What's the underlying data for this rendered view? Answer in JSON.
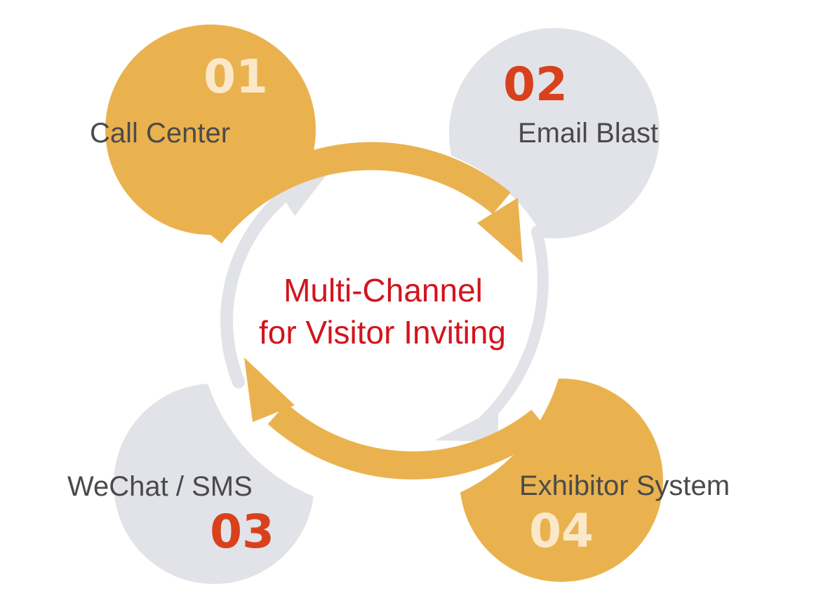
{
  "colors": {
    "gold": "#EAB24E",
    "gray": "#E2E3E8",
    "red_title": "#D2141E",
    "red_number": "#D8411C",
    "number_light": "#FBE8C8",
    "label_text": "#4A4A4A",
    "center": "#FFFFFF"
  },
  "title": {
    "line1": "Multi-Channel",
    "line2": "for Visitor Inviting"
  },
  "channels": [
    {
      "number": "01",
      "label": "Call Center",
      "tone": "gold"
    },
    {
      "number": "02",
      "label": "Email Blast",
      "tone": "gray"
    },
    {
      "number": "03",
      "label": "WeChat / SMS",
      "tone": "gray"
    },
    {
      "number": "04",
      "label": "Exhibitor System",
      "tone": "gold"
    }
  ]
}
